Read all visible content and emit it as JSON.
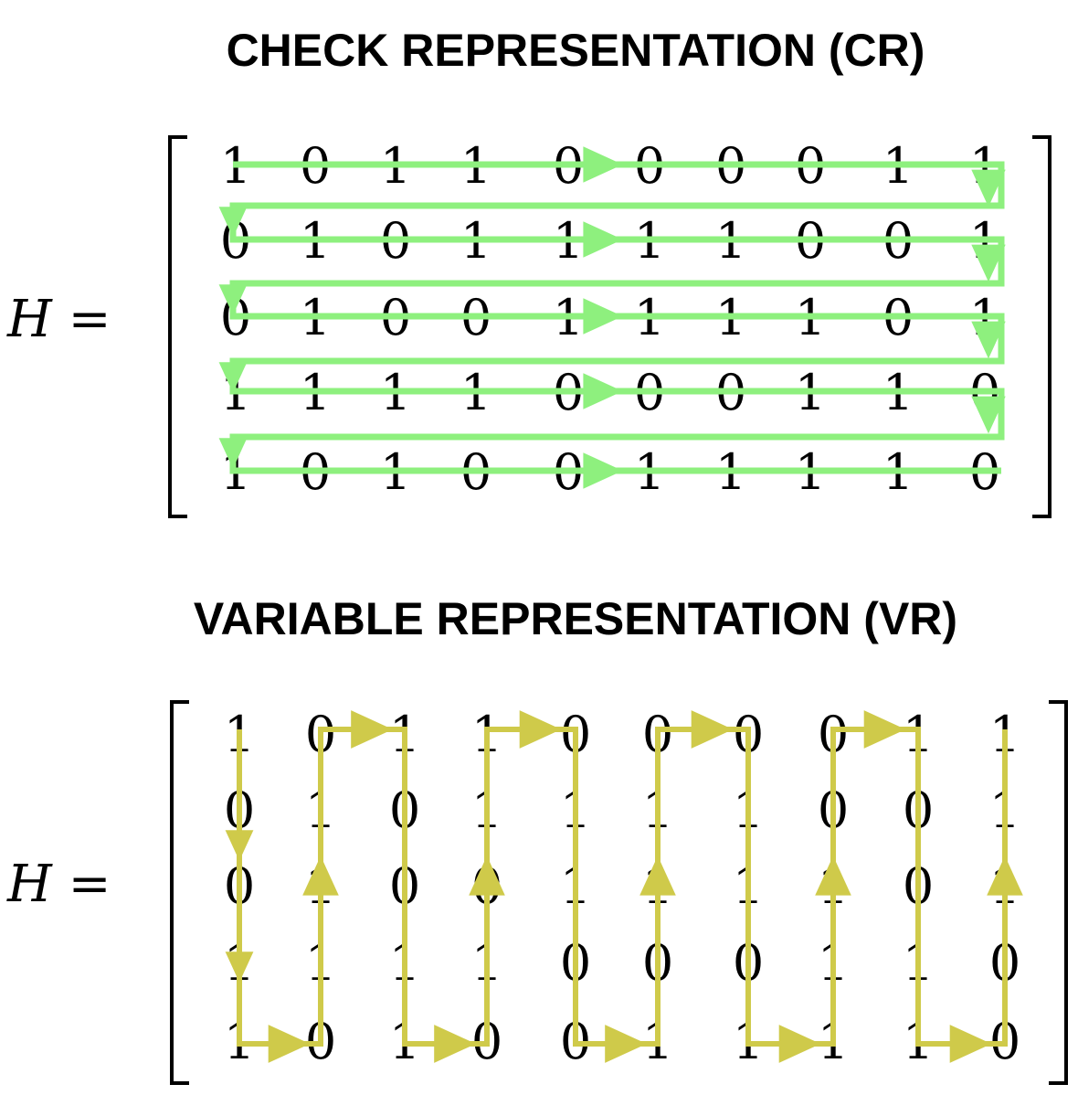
{
  "titles": {
    "check": "CHECK REPRESENTATION (CR)",
    "variable": "VARIABLE REPRESENTATION (VR)"
  },
  "equation": {
    "variable": "H",
    "operator": "="
  },
  "matrix": [
    [
      "1",
      "0",
      "1",
      "1",
      "0",
      "0",
      "0",
      "0",
      "1",
      "1"
    ],
    [
      "0",
      "1",
      "0",
      "1",
      "1",
      "1",
      "1",
      "0",
      "0",
      "1"
    ],
    [
      "0",
      "1",
      "0",
      "0",
      "1",
      "1",
      "1",
      "1",
      "0",
      "1"
    ],
    [
      "1",
      "1",
      "1",
      "1",
      "0",
      "0",
      "0",
      "1",
      "1",
      "0"
    ],
    [
      "1",
      "0",
      "1",
      "0",
      "0",
      "1",
      "1",
      "1",
      "1",
      "0"
    ]
  ],
  "colors": {
    "check_path": "#8ef07e",
    "variable_path": "#cfca4a",
    "text": "#000000"
  }
}
